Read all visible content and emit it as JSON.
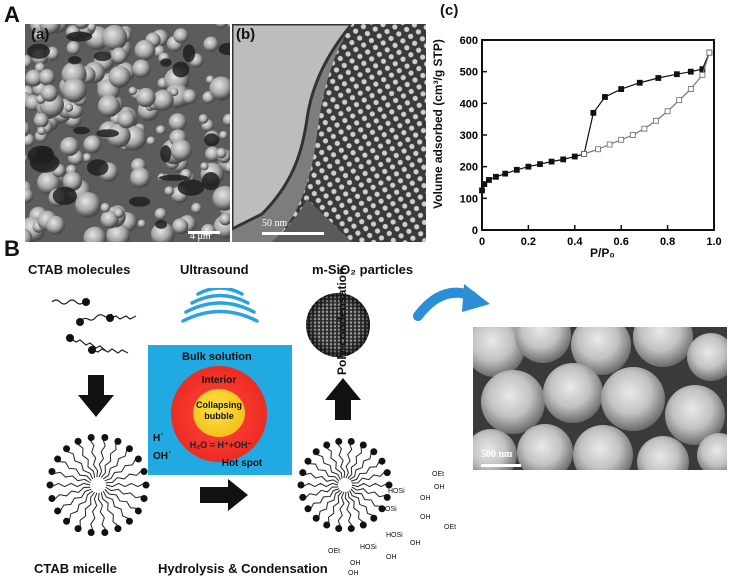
{
  "panel_a": {
    "label": "A",
    "sem": {
      "label": "(a)",
      "scale": "4 μm"
    },
    "tem": {
      "label": "(b)",
      "scale": "50 nm"
    },
    "isotherm": {
      "label": "(c)",
      "ylabel": "Volume adsorbed (cm³/g STP)",
      "xlabel": "P/P₀",
      "y_ticks": [
        "0",
        "100",
        "200",
        "300",
        "400",
        "500",
        "600"
      ],
      "x_ticks": [
        "0",
        "0.2",
        "0.4",
        "0.6",
        "0.8",
        "1.0"
      ]
    }
  },
  "panel_b": {
    "label": "B",
    "ctab_molecules": "CTAB molecules",
    "ultrasound": "Ultrasound",
    "msio2_particles": "m-SiO₂ particles",
    "bulk_solution": "Bulk solution",
    "interior": "Interior",
    "collapsing_bubble": "Collapsing bubble",
    "water_split": "H₂O = H⁺+OH⁻",
    "h_radical": "H˙",
    "oh_radical": "OH˙",
    "hot_spot": "Hot spot",
    "polycondensation": "Poly-condensation",
    "ctab_micelle": "CTAB micelle",
    "hydrolysis": "Hydrolysis & Condensation",
    "sem_scale": "500 nm",
    "silanol_labels": [
      "OEt",
      "OH",
      "HOSi",
      "OH",
      "HOSi",
      "OH",
      "OEt",
      "HOSi",
      "OH",
      "HOSi",
      "OH",
      "OH",
      "OEt",
      "OH"
    ]
  },
  "colors": {
    "bulk_solution": "#21a9e1",
    "outer_bubble": "#ee2b24",
    "inner_bubble": "#f5c21b",
    "ultrasound_waves": "#2aa3dd",
    "curved_arrow": "#2a8fd6"
  },
  "chart_data": {
    "type": "line",
    "title": "",
    "xlabel": "P/P₀",
    "ylabel": "Volume adsorbed (cm³/g STP)",
    "xlim": [
      0,
      1.0
    ],
    "ylim": [
      0,
      600
    ],
    "series": [
      {
        "name": "",
        "marker": "filled-square",
        "x": [
          0.0,
          0.01,
          0.03,
          0.06,
          0.1,
          0.15,
          0.2,
          0.25,
          0.3,
          0.35,
          0.4,
          0.44,
          0.48,
          0.53,
          0.6,
          0.68,
          0.76,
          0.84,
          0.9,
          0.95,
          0.98
        ],
        "y": [
          125,
          145,
          158,
          168,
          178,
          190,
          200,
          208,
          216,
          223,
          232,
          240,
          370,
          420,
          445,
          465,
          480,
          492,
          500,
          508,
          560
        ]
      },
      {
        "name": "",
        "marker": "open-square",
        "x": [
          0.44,
          0.5,
          0.55,
          0.6,
          0.65,
          0.7,
          0.75,
          0.8,
          0.85,
          0.9,
          0.95,
          0.98
        ],
        "y": [
          240,
          255,
          270,
          285,
          300,
          320,
          345,
          375,
          410,
          445,
          490,
          560
        ]
      }
    ]
  }
}
